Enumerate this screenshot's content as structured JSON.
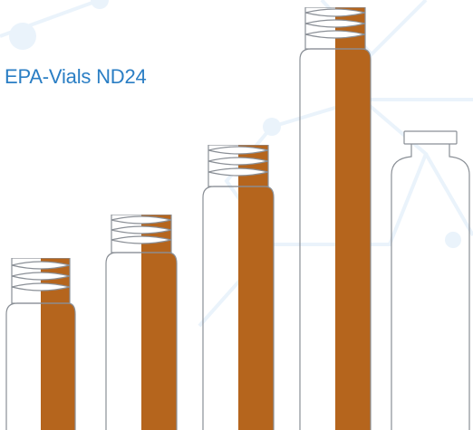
{
  "title": "EPA-Vials ND24",
  "colors": {
    "amber": "#b5651d",
    "outline": "#8a8f96",
    "title_blue": "#2a7ec4",
    "background_network": "#eaf3fb"
  },
  "vials": [
    {
      "name": "vial-small",
      "glass": "clear-and-amber",
      "closure": "screw-thread"
    },
    {
      "name": "vial-medium",
      "glass": "clear-and-amber",
      "closure": "screw-thread"
    },
    {
      "name": "vial-large",
      "glass": "clear-and-amber",
      "closure": "screw-thread"
    },
    {
      "name": "vial-xlarge",
      "glass": "clear-and-amber",
      "closure": "screw-thread"
    },
    {
      "name": "vial-crimp",
      "glass": "clear",
      "closure": "crimp-neck"
    }
  ]
}
